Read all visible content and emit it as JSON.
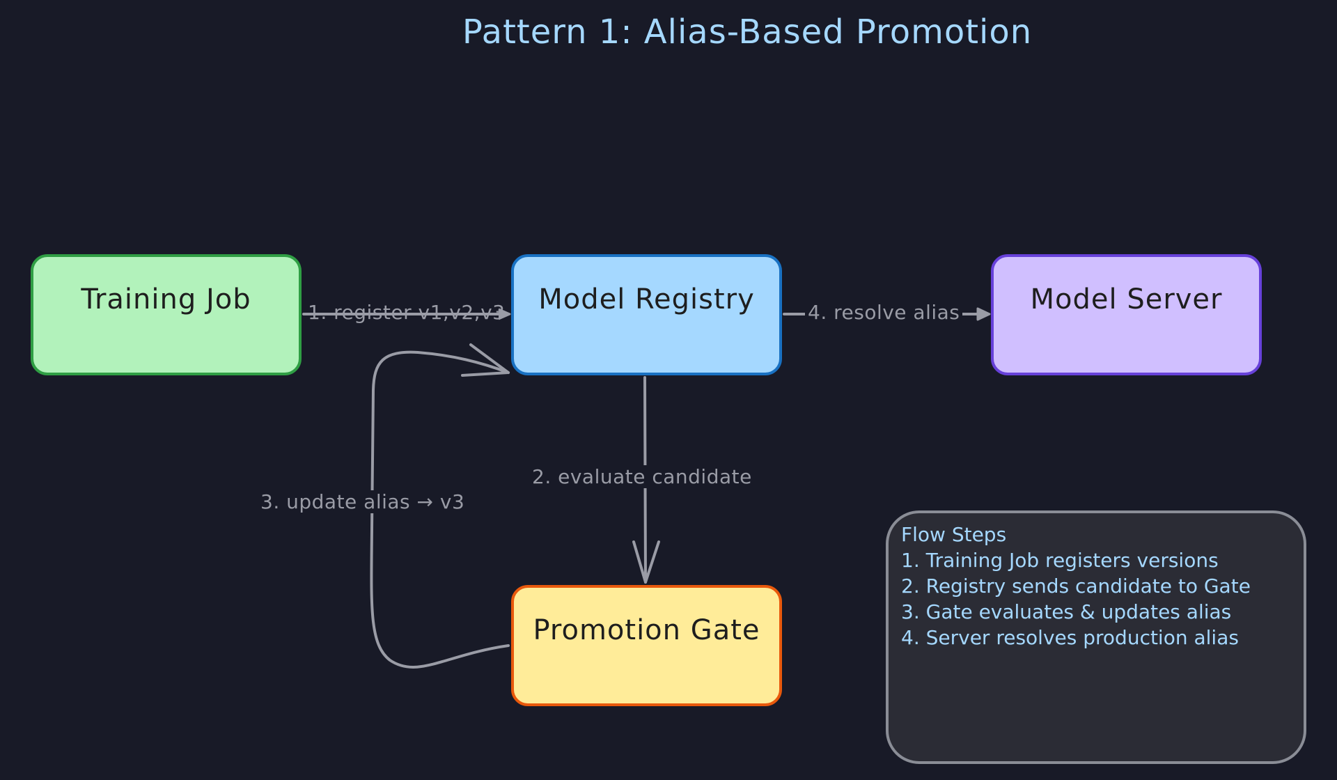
{
  "title": "Pattern 1: Alias-Based Promotion",
  "nodes": {
    "training_job": "Training Job",
    "model_registry": "Model Registry",
    "model_server": "Model Server",
    "promotion_gate": "Promotion Gate"
  },
  "edges": {
    "register": "1. register v1,v2,v3",
    "evaluate": "2. evaluate candidate",
    "update_alias": "3. update alias → v3",
    "resolve": "4. resolve alias"
  },
  "flow_steps": {
    "heading": "Flow Steps",
    "items": [
      "1. Training Job registers versions",
      "2. Registry sends candidate to Gate",
      "3. Gate evaluates & updates alias",
      "4. Server resolves production alias"
    ]
  },
  "colors": {
    "background": "#181a27",
    "title": "#a5d8ff",
    "edge": "#9a9ca6",
    "training_fill": "#b2f2bb",
    "registry_fill": "#a5d8ff",
    "server_fill": "#d0bfff",
    "gate_fill": "#ffec99",
    "note_fill": "#2b2c35"
  }
}
